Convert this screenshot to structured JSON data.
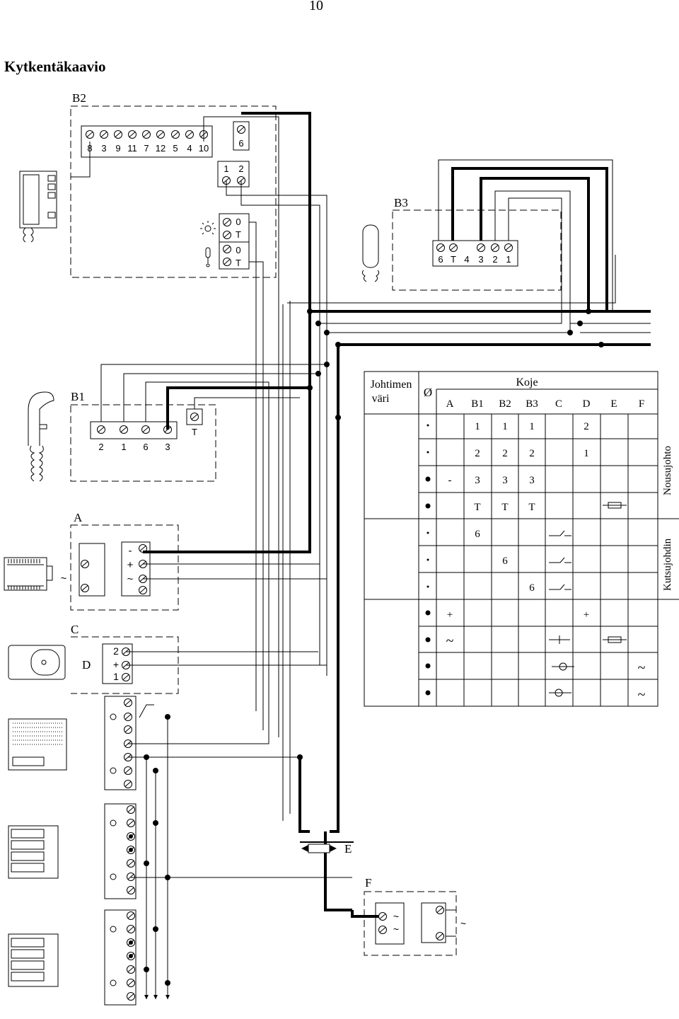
{
  "page_number": "10",
  "title": "Kytkentäkaavio",
  "units": {
    "B2": {
      "label": "B2",
      "top_terminals": [
        "8",
        "3",
        "9",
        "11",
        "7",
        "12",
        "5",
        "4",
        "10"
      ],
      "right_terminal": "6",
      "mid_terminals": [
        "1",
        "2"
      ],
      "lamp_terminals": [
        "0",
        "T"
      ],
      "lock_terminals": [
        "0",
        "T"
      ]
    },
    "B3": {
      "label": "B3",
      "terminals": [
        "6",
        "T",
        "4",
        "3",
        "2",
        "1"
      ]
    },
    "B1": {
      "label": "B1",
      "terminals": [
        "2",
        "1",
        "6",
        "3"
      ],
      "extra_terminal": "T"
    },
    "A": {
      "label": "A",
      "ac_symbol": "~",
      "terminals": [
        "-",
        "+",
        "~"
      ]
    },
    "C": {
      "label": "C"
    },
    "D": {
      "label": "D",
      "terminals": [
        "2",
        "+",
        "1"
      ]
    },
    "E": {
      "label": "E"
    },
    "F": {
      "label": "F",
      "terminals": [
        "~",
        "~"
      ],
      "ac_symbol": "~"
    }
  },
  "table": {
    "header_color": "Johtimen",
    "header_color2": "väri",
    "header_diameter": "Ø",
    "header_device": "Koje",
    "device_columns": [
      "A",
      "B1",
      "B2",
      "B3",
      "C",
      "D",
      "E",
      "F"
    ],
    "side_label_top": "Nousujohto",
    "side_label_bottom": "Kutsujohdin",
    "rows": [
      {
        "A": "",
        "B1": "1",
        "B2": "1",
        "B3": "1",
        "C": "2"
      },
      {
        "B1": "2",
        "B2": "2",
        "B3": "2",
        "C": "1"
      },
      {
        "A": "-",
        "B1": "3",
        "B2": "3",
        "B3": "3"
      },
      {
        "B1": "T",
        "B2": "T",
        "B3": "T"
      },
      {
        "B1": "6"
      },
      {
        "B2": "6"
      },
      {
        "B3": "6"
      },
      {
        "A": "+",
        "D": "+"
      },
      {
        "A": "~"
      },
      {
        "F": "~"
      },
      {
        "F": "~"
      }
    ]
  }
}
